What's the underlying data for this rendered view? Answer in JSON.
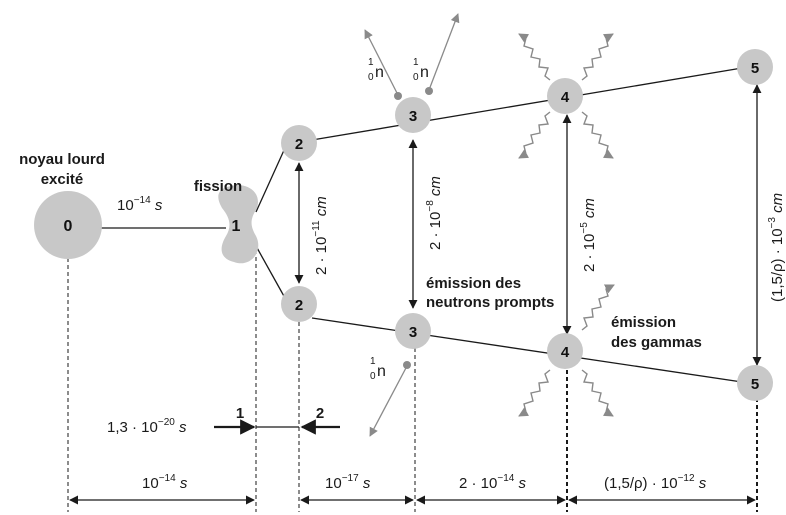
{
  "nodes": {
    "n0": "0",
    "n1": "1",
    "n2_top": "2",
    "n2_bottom": "2",
    "n3_top": "3",
    "n3_bottom": "3",
    "n4_top": "4",
    "n4_bottom": "4",
    "n5_top": "5",
    "n5_bottom": "5"
  },
  "labels": {
    "noyau_line1": "noyau lourd",
    "noyau_line2": "excité",
    "fission": "fission",
    "emission_neutrons_line1": "émission des",
    "emission_neutrons_line2": "neutrons prompts",
    "emission_gammas_line1": "émission",
    "emission_gammas_line2": "des gammas",
    "time_0_1": "10",
    "time_0_1_exp": "−14",
    "time_0_1_unit": " s",
    "dist_2": "2 · 10",
    "dist_2_exp": "−11",
    "dist_2_unit": " cm",
    "dist_3": "2 · 10",
    "dist_3_exp": "−8",
    "dist_3_unit": " cm",
    "dist_4": "2 · 10",
    "dist_4_exp": "−5",
    "dist_4_unit": " cm",
    "dist_5": "(1,5/ρ) · 10",
    "dist_5_exp": "−3",
    "dist_5_unit": " cm",
    "neutron_n": "n",
    "neutron_mass": "1",
    "neutron_charge": "0",
    "scission_time": "1,3 · 10",
    "scission_exp": "−20",
    "scission_unit": " s",
    "scission_marker1": "1",
    "scission_marker2": "2"
  },
  "timeline": {
    "seg1": "10",
    "seg1_exp": "−14",
    "seg1_unit": " s",
    "seg2": "10",
    "seg2_exp": "−17",
    "seg2_unit": " s",
    "seg3": "2 · 10",
    "seg3_exp": "−14",
    "seg3_unit": " s",
    "seg4": "(1,5/ρ) · 10",
    "seg4_exp": "−12",
    "seg4_unit": " s"
  },
  "colors": {
    "node_fill": "#c8c8c8",
    "line": "#1a1a1a",
    "particle": "#8a8a8a"
  }
}
